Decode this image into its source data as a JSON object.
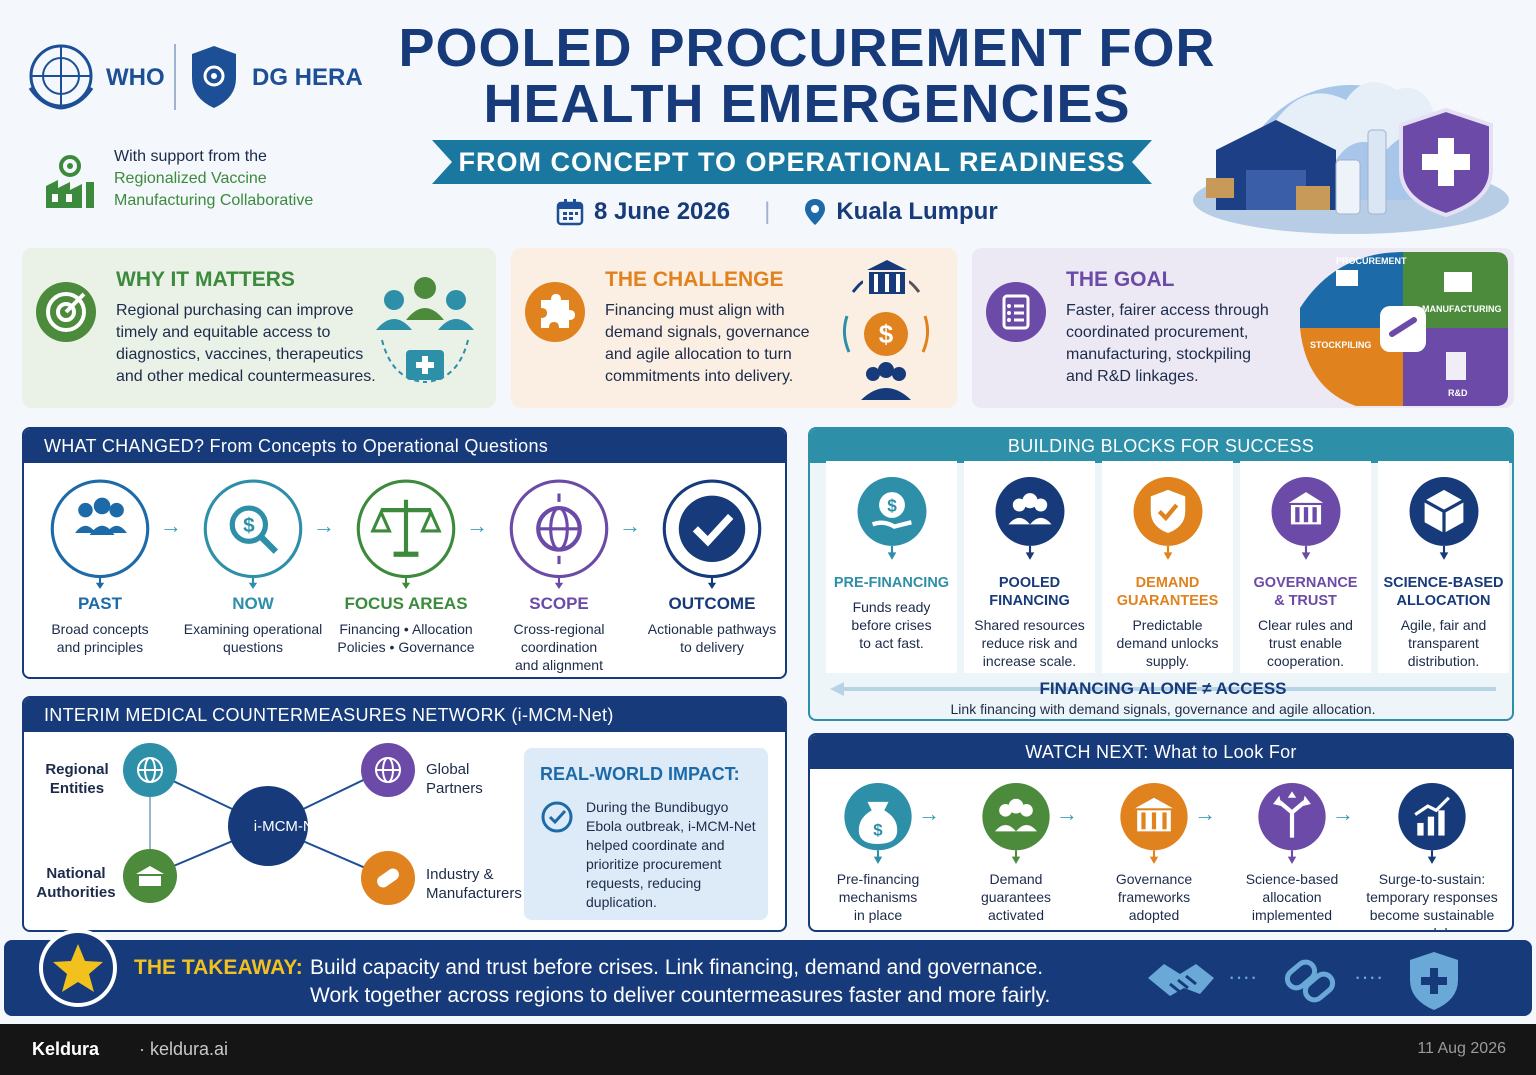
{
  "header": {
    "who_label": "WHO",
    "hera_label": "DG HERA",
    "support_label": "With support from the",
    "support_org": "Regionalized Vaccine Manufacturing Collaborative",
    "title_line1": "POOLED PROCUREMENT FOR",
    "title_line2": "HEALTH EMERGENCIES",
    "subtitle": "FROM CONCEPT TO OPERATIONAL READINESS",
    "date": "8 June 2026",
    "location": "Kuala Lumpur"
  },
  "cards": {
    "why": {
      "title": "WHY IT MATTERS",
      "body": [
        "Regional purchasing can improve",
        "timely and equitable access to",
        "diagnostics, vaccines, therapeutics",
        "and other medical countermeasures."
      ]
    },
    "challenge": {
      "title": "THE CHALLENGE",
      "body": [
        "Financing must align with",
        "demand signals, governance",
        "and agile allocation to turn",
        "commitments into delivery."
      ]
    },
    "goal": {
      "title": "THE GOAL",
      "body": [
        "Faster, fairer access through",
        "coordinated procurement,",
        "manufacturing, stockpiling",
        "and R&D linkages."
      ]
    }
  },
  "puzzle": {
    "procurement": "PROCUREMENT",
    "manufacturing": "MANUFACTURING",
    "stockpiling": "STOCKPILING",
    "rnd": "R&D"
  },
  "what_changed": {
    "heading": "WHAT CHANGED?  From Concepts to Operational Questions",
    "steps": [
      {
        "title": "PAST",
        "desc": [
          "Broad concepts",
          "and principles"
        ],
        "color": "#1d6aa8"
      },
      {
        "title": "NOW",
        "desc": [
          "Examining operational",
          "questions"
        ],
        "color": "#2e8fa8"
      },
      {
        "title": "FOCUS AREAS",
        "desc": [
          "Financing • Allocation",
          "Policies • Governance"
        ],
        "color": "#3c8a3c"
      },
      {
        "title": "SCOPE",
        "desc": [
          "Cross-regional coordination",
          "and alignment"
        ],
        "color": "#6b4aa8"
      },
      {
        "title": "OUTCOME",
        "desc": [
          "Actionable pathways",
          "to delivery"
        ],
        "color": "#163a7a"
      }
    ]
  },
  "network": {
    "heading": "INTERIM MEDICAL COUNTERMEASURES NETWORK (i-MCM-Net)",
    "hub": "i-MCM-Net",
    "nodes": {
      "regional": [
        "Regional",
        "Entities"
      ],
      "national": [
        "National",
        "Authorities"
      ],
      "global": [
        "Global",
        "Partners"
      ],
      "industry": [
        "Industry &",
        "Manufacturers"
      ]
    },
    "impact_title": "REAL-WORLD IMPACT:",
    "impact_text": [
      "During the Bundibugyo",
      "Ebola outbreak, i-MCM-Net",
      "helped coordinate and",
      "prioritize procurement",
      "requests, reducing",
      "duplication."
    ]
  },
  "blocks": {
    "heading": "BUILDING BLOCKS FOR SUCCESS",
    "items": [
      {
        "title": [
          "PRE-FINANCING"
        ],
        "desc": [
          "Funds ready",
          "before crises",
          "to act fast."
        ],
        "color": "#2e8fa8"
      },
      {
        "title": [
          "POOLED",
          "FINANCING"
        ],
        "desc": [
          "Shared resources",
          "reduce risk and",
          "increase scale."
        ],
        "color": "#163a7a"
      },
      {
        "title": [
          "DEMAND",
          "GUARANTEES"
        ],
        "desc": [
          "Predictable",
          "demand unlocks",
          "supply."
        ],
        "color": "#e0821e"
      },
      {
        "title": [
          "GOVERNANCE",
          "& TRUST"
        ],
        "desc": [
          "Clear rules and",
          "trust enable",
          "cooperation."
        ],
        "color": "#6b4aa8"
      },
      {
        "title": [
          "SCIENCE-BASED",
          "ALLOCATION"
        ],
        "desc": [
          "Agile, fair and",
          "transparent",
          "distribution."
        ],
        "color": "#163a7a"
      }
    ],
    "financing_alone": "FINANCING ALONE ≠ ACCESS",
    "financing_note": "Link financing with demand signals, governance and agile allocation."
  },
  "watch": {
    "heading": "WATCH NEXT:  What to Look For",
    "items": [
      {
        "desc": [
          "Pre-financing",
          "mechanisms",
          "in place"
        ]
      },
      {
        "desc": [
          "Demand",
          "guarantees",
          "activated"
        ]
      },
      {
        "desc": [
          "Governance",
          "frameworks",
          "adopted"
        ]
      },
      {
        "desc": [
          "Science-based",
          "allocation",
          "implemented"
        ]
      },
      {
        "desc": [
          "Surge-to-sustain:",
          "temporary responses",
          "become sustainable",
          "models"
        ]
      }
    ]
  },
  "takeaway": {
    "label": "THE TAKEAWAY:",
    "line1": "Build capacity and trust before crises. Link financing, demand and governance.",
    "line2": "Work together across regions to deliver countermeasures faster and more fairly."
  },
  "footer": {
    "brand": "Keldura",
    "url": "· keldura.ai",
    "date": "11 Aug 2026"
  },
  "colors": {
    "navy": "#163a7a",
    "teal": "#2e8fa8",
    "green": "#3c8a3c",
    "orange": "#e0821e",
    "purple": "#6b4aa8",
    "gold": "#f3c11d"
  }
}
